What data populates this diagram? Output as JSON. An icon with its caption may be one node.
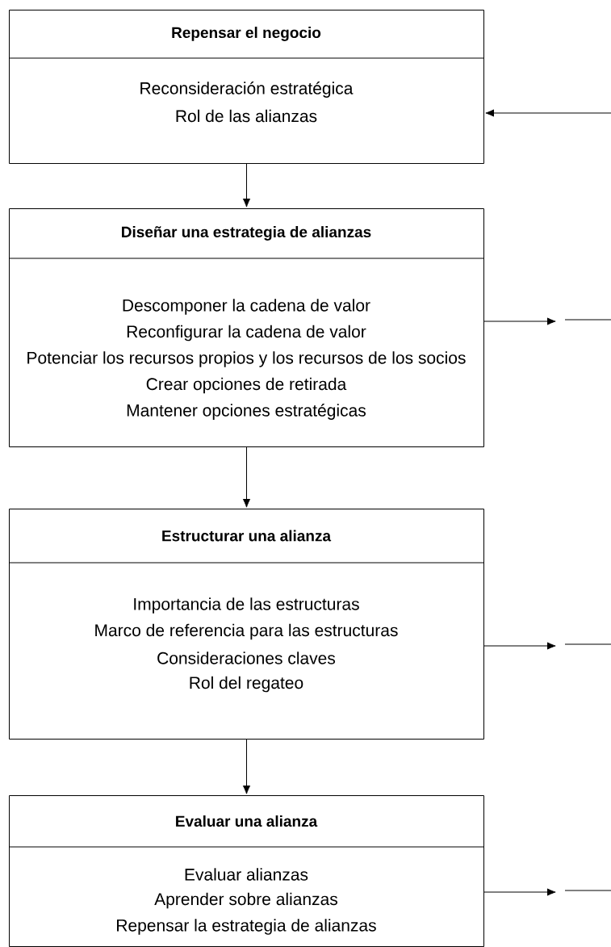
{
  "diagram": {
    "nodes": [
      {
        "text": [
          "Repensar el negocio",
          "Reconsideración estratégica",
          "Rol de las alianzas"
        ]
      },
      {
        "text": [
          "Diseñar una estrategia de alianzas",
          "Descomponer la cadena de valor",
          "Reconfigurar la cadena de valor",
          "Potenciar los recursos propios y los recursos de los socios",
          "Crear opciones de retirada",
          "Mantener opciones estratégicas"
        ]
      },
      {
        "text": [
          "Estructurar una alianza",
          "Importancia de las estructuras",
          "Marco de referencia para las estructuras",
          "Consideraciones claves",
          "Rol del regateo"
        ]
      },
      {
        "text": [
          "Evaluar una alianza",
          "Evaluar alianzas",
          "Aprender sobre alianzas",
          "Repensar la estrategia de alianzas"
        ]
      }
    ],
    "edges": [
      {
        "from": 0,
        "to": 1,
        "arrow": "to"
      },
      {
        "from": 1,
        "to": 2,
        "arrow": "to"
      },
      {
        "from": 2,
        "to": 3,
        "arrow": "to"
      },
      {
        "from": null,
        "to": 0,
        "arrow": "to"
      },
      {
        "from": 1,
        "to": null,
        "arrow": "to"
      },
      {
        "from": 2,
        "to": null,
        "arrow": "to"
      },
      {
        "from": 3,
        "to": null,
        "arrow": "to"
      }
    ]
  }
}
